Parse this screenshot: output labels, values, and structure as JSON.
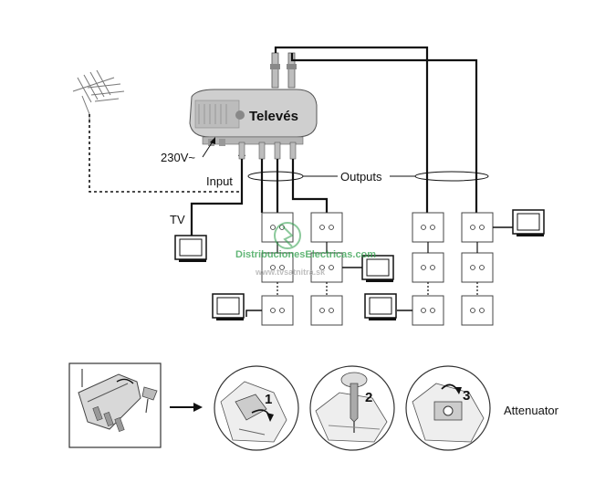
{
  "labels": {
    "power": "230V~",
    "input": "Input",
    "outputs": "Outputs",
    "tv": "TV",
    "attenuator": "Attenuator"
  },
  "brand": {
    "name": "Televés"
  },
  "watermark": {
    "line1": "DistribucionesElectricas.com",
    "line2": "www.tvsatnitra.sk"
  },
  "steps": [
    "1",
    "2",
    "3"
  ],
  "colors": {
    "line": "#111111",
    "amp_body": "#c9c9c9",
    "watermark_green": "#2e9e4a",
    "watermark_grey": "#b9b9b9"
  }
}
